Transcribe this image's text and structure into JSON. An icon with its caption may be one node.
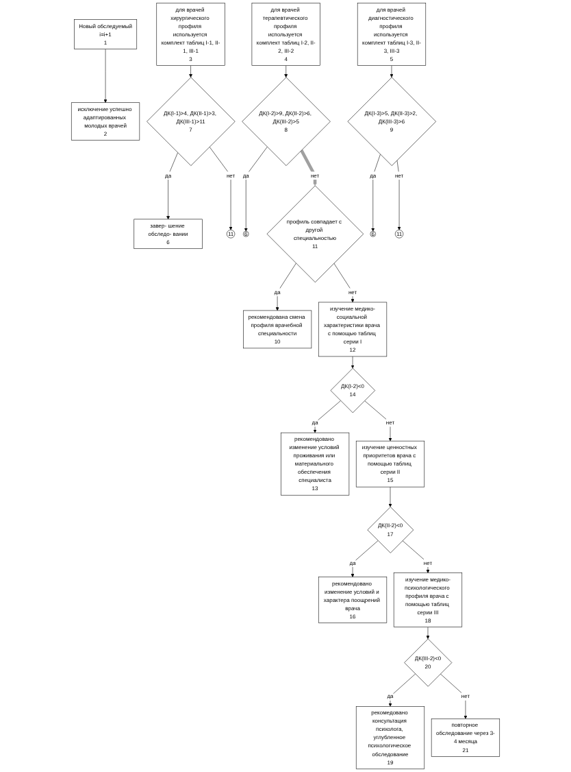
{
  "diagram": {
    "nodes": [
      {
        "text": [
          "Новый обследуемый",
          "i=i+1",
          "1"
        ]
      },
      {
        "text": [
          "исключение успешно адаптированных молодых врачей",
          "2"
        ]
      },
      {
        "text": [
          "для врачей хирургического профиля используется комплект таблиц I-1, II-1, III-1",
          "3"
        ]
      },
      {
        "text": [
          "для врачей терапевтического профиля используется комплект таблиц I-2, II-2, III-2",
          "4"
        ]
      },
      {
        "text": [
          "для врачей диагностического профиля используется комплект таблиц I-3, II-3, III-3",
          "5"
        ]
      },
      {
        "text": [
          "завер- шение обследо- вании",
          "6"
        ]
      },
      {
        "text": [
          "ДК(I-1)>4, ДК(II-1)>3, ДК(III-1)>11",
          "7"
        ]
      },
      {
        "text": [
          "6"
        ]
      },
      {
        "text": [
          "ДК(I-2)>9, ДК(II-2)>6, ДК(III-2)>5",
          "8"
        ]
      },
      {
        "text": [
          "6"
        ]
      },
      {
        "text": [
          "ДК(I-3)>5, ДК(II-3)>2, ДК(III-3)>6",
          "9"
        ]
      },
      {
        "text": [
          "11"
        ]
      },
      {
        "text": [
          "11"
        ]
      },
      {
        "text": [
          "рекомендована смена профиля врачебной специальности",
          "10"
        ]
      },
      {
        "text": [
          "профиль совпадает с другой специальностью",
          "11"
        ]
      },
      {
        "text": [
          "изучение медико-социальной характеристики врача с помощью таблиц серии I",
          "12"
        ]
      },
      {
        "text": [
          "рекомендовано изменение условий проживания или материального обеспечения специалиста",
          "13"
        ]
      },
      {
        "text": [
          "ДК(I-2)<0",
          "14"
        ]
      },
      {
        "text": [
          "изучение ценностных приоритетов врача с помощью таблиц серии II",
          "15"
        ]
      },
      {
        "text": [
          "рекомендовано изменение условий и характера поощрений врача",
          "16"
        ]
      },
      {
        "text": [
          "ДК(II-2)<0",
          "17"
        ]
      },
      {
        "text": [
          "изучение медико-психологического профиля врача с помощью таблиц серии III",
          "18"
        ]
      },
      {
        "text": [
          "рекомедовано консультация психолога, углубленное психологическое обследование",
          "19"
        ]
      },
      {
        "text": [
          "ДК(III-2)<0",
          "20"
        ]
      },
      {
        "text": [
          "повторное обследование через 3-4 месяца",
          "21"
        ]
      }
    ],
    "edges": [
      {
        "from": 0,
        "to": 1,
        "arrow": "to"
      },
      {
        "from": 2,
        "to": 6,
        "arrow": "to"
      },
      {
        "from": 3,
        "to": 8,
        "arrow": "to"
      },
      {
        "from": 4,
        "to": 10,
        "arrow": "to"
      },
      {
        "from": 6,
        "to": 5,
        "arrow": "to",
        "label": "да"
      },
      {
        "from": 6,
        "to": 11,
        "arrow": "to",
        "label": "нет"
      },
      {
        "from": 8,
        "to": 7,
        "arrow": "to",
        "label": "да"
      },
      {
        "from": 8,
        "to": 14,
        "arrow": "to",
        "label": "нет",
        "style": "thick",
        "color": "#a0a0a0"
      },
      {
        "from": 10,
        "to": 9,
        "arrow": "to",
        "label": "да"
      },
      {
        "from": 10,
        "to": 12,
        "arrow": "to",
        "label": "нет"
      },
      {
        "from": 14,
        "to": 13,
        "arrow": "to",
        "label": "да"
      },
      {
        "from": 14,
        "to": 15,
        "arrow": "to",
        "label": "нет"
      },
      {
        "from": 15,
        "to": 17,
        "arrow": "to"
      },
      {
        "from": 17,
        "to": 16,
        "arrow": "to",
        "label": "да"
      },
      {
        "from": 17,
        "to": 18,
        "arrow": "to",
        "label": "нет"
      },
      {
        "from": 18,
        "to": 20,
        "arrow": "to"
      },
      {
        "from": 20,
        "to": 19,
        "arrow": "to",
        "label": "да"
      },
      {
        "from": 20,
        "to": 21,
        "arrow": "to",
        "label": "нет"
      },
      {
        "from": 21,
        "to": 23,
        "arrow": "to"
      },
      {
        "from": 23,
        "to": 22,
        "arrow": "to",
        "label": "да"
      },
      {
        "from": 23,
        "to": 24,
        "arrow": "to",
        "label": "нет"
      }
    ]
  }
}
